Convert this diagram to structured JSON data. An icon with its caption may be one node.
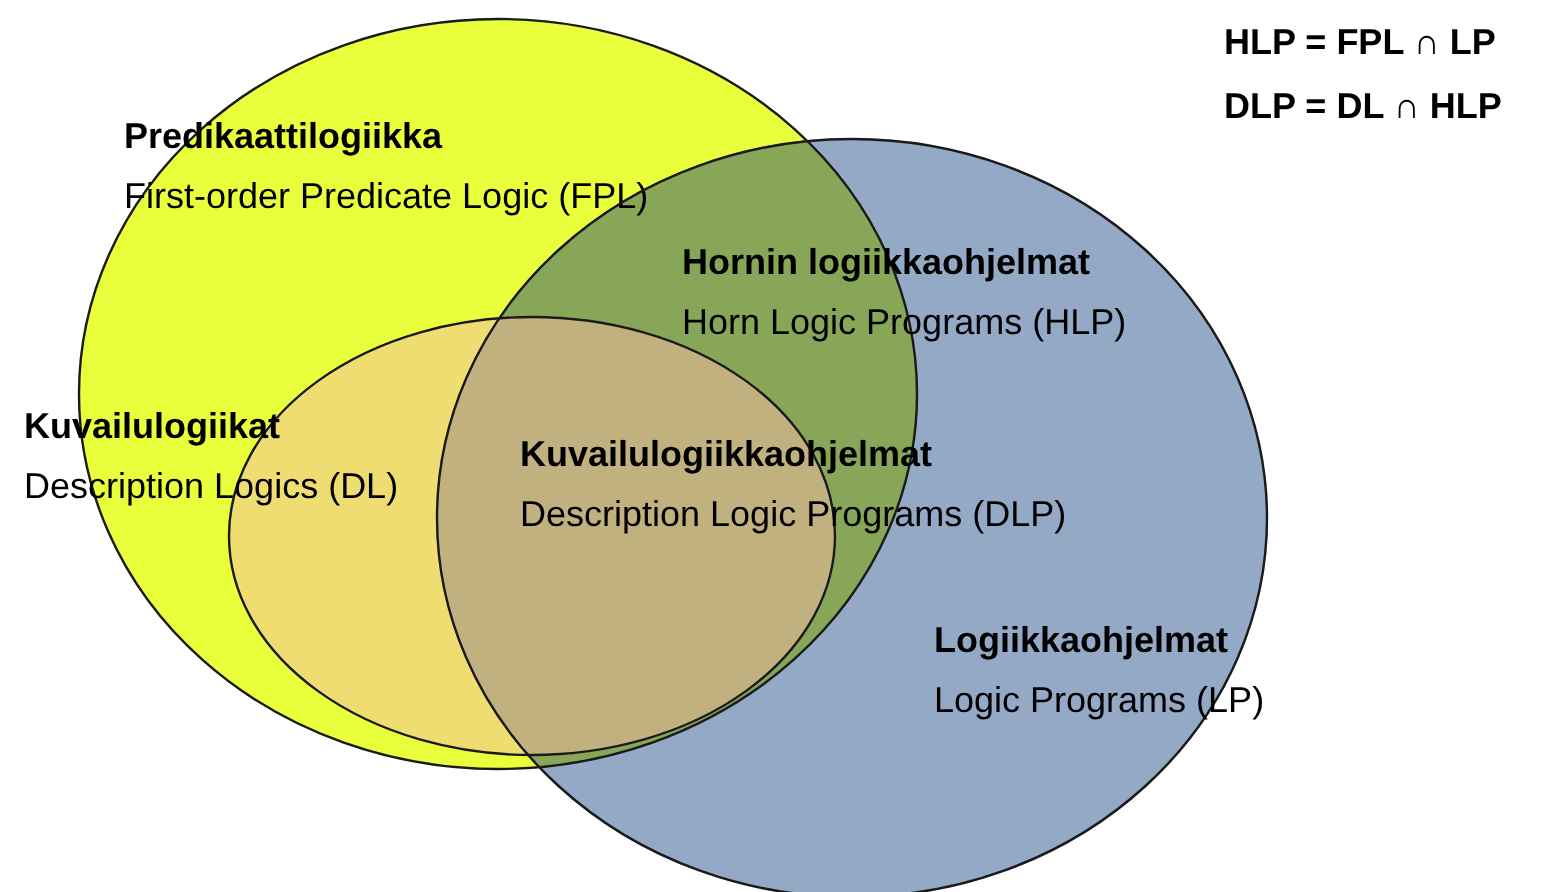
{
  "diagram": {
    "nodes": [
      {
        "text": [
          "Predikaattilogiikka",
          "First-order Predicate Logic (FPL)"
        ]
      },
      {
        "text": [
          "Kuvailulogiikat",
          "Description Logics (DL)"
        ],
        "in": 0
      },
      {
        "text": [
          "Logiikkaohjelmat",
          "Logic Programs (LP)"
        ]
      }
    ],
    "labels": [
      "HLP = FPL ∩ LP",
      "DLP = DL ∩ HLP",
      "Hornin logiikkaohjelmat",
      "Horn Logic Programs (HLP)",
      "Kuvailulogiikkaohjelmat",
      "Description Logic Programs (DLP)"
    ]
  }
}
